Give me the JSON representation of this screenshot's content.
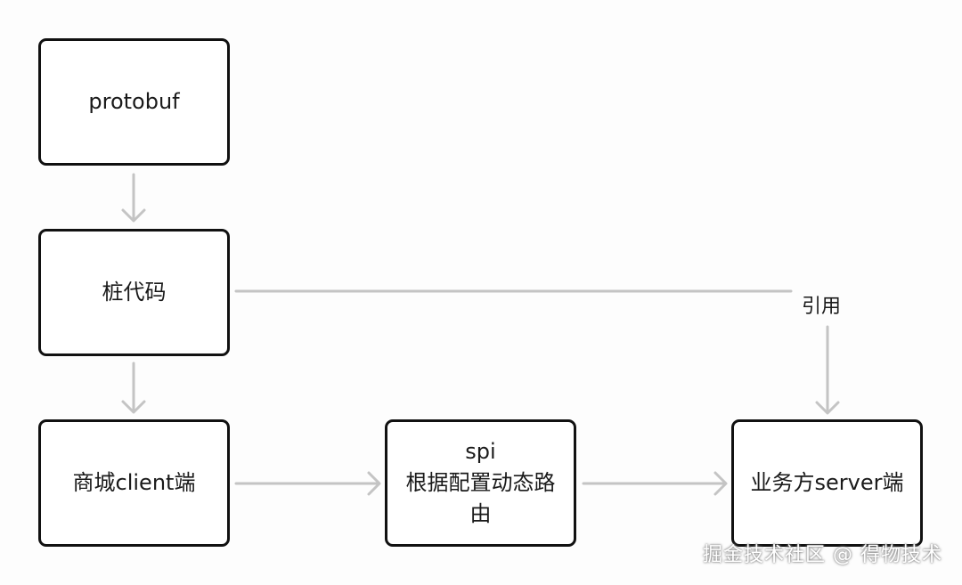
{
  "nodes": {
    "protobuf": "protobuf",
    "stub_code": "桩代码",
    "mall_client": "商城client端",
    "spi": "spi\n根据配置动态路\n由",
    "business_server": "业务方server端"
  },
  "edge_labels": {
    "reference": "引用"
  },
  "watermark": "掘金技术社区 @ 得物技术",
  "colors": {
    "node_border": "#111111",
    "arrow": "#c4c4c4",
    "background": "#fdfdfd"
  }
}
